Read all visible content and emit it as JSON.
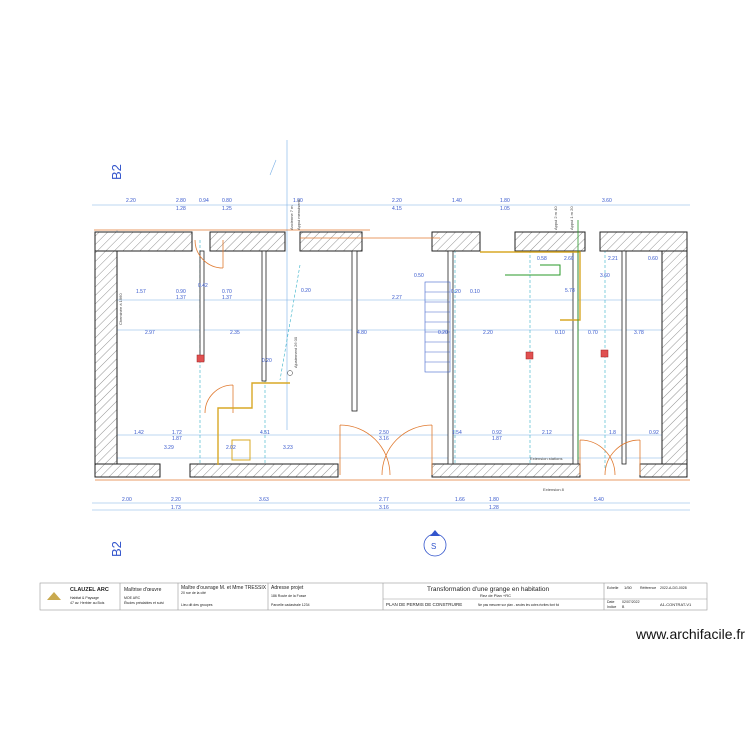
{
  "axis_labels": {
    "top": "B2",
    "bottom": "B2"
  },
  "north_marker": "S",
  "top_dims_row1": [
    "2.20",
    "2.80",
    "0.94",
    "0.80",
    "1.00",
    "2.20",
    "1.40",
    "1.80",
    "3.60"
  ],
  "top_dims_row2": [
    "1.28",
    "1.25",
    "4.15",
    "1.05"
  ],
  "bottom_dims_row1": [
    "2.00",
    "2.20",
    "3.63",
    "2.77",
    "1.66",
    "1.80",
    "5.40"
  ],
  "bottom_dims_row2": [
    "1.73",
    "3.16",
    "1.28"
  ],
  "room_dims": [
    "1.57",
    "0.90",
    "1.37",
    "0.42",
    "0.70",
    "1.37",
    "2.27",
    "0.20",
    "0.10",
    "2.97",
    "2.35",
    "4.80",
    "0.20",
    "2.20",
    "0.10",
    "0.70",
    "3.78",
    "1.42",
    "1.72",
    "1.87",
    "4.51",
    "2.50",
    "3.16",
    "1.54",
    "0.92",
    "1.87",
    "2.12",
    "1.8",
    "0.92",
    "0.20",
    "0.50",
    "2.60",
    "0.60",
    "2.21",
    "0.58",
    "3.60",
    "5.78",
    "3.29",
    "2.02",
    "3.23",
    "0.20"
  ],
  "vertical_notes": [
    "Cheminée à 1960",
    "Ancienne 7 m",
    "Appui menuiserie",
    "Appui 2 m 40",
    "Appui 1 m 20",
    "Ajustement 26 00"
  ],
  "notes": [
    "Extension stations",
    "Extension 8"
  ],
  "title_block": {
    "company": "CLAUZEL ARC",
    "company_sub": [
      "Habitat & Paysage",
      "47 av. Herbier au Bois"
    ],
    "moe_title": "Maîtrise d'œuvre",
    "moe_sub": [
      "MOE ARC",
      "Études préalables et suivi"
    ],
    "client_title": "Maître d'ouvrage M. et Mme TRESSIX",
    "client_sub": [
      "20 rue de la cité",
      "Lieu dit des groupes"
    ],
    "address_title": "Adresse projet",
    "address_sub": [
      "186 Route de la Fosse",
      "Parcelle cadastrale 1234"
    ],
    "project_title": "Transformation d'une grange en habitation",
    "level": "Rez de Plan +RC",
    "plan_type": "PLAN DE PERMIS DE CONSTRUIRE",
    "plan_note": "Ne pas mesurer sur plan - seules les cotes écrites font foi",
    "scale_label": "Echelle",
    "scale": "1/50",
    "ref_label": "Référence",
    "ref": "2022-A-DG-0028",
    "date_label": "Date",
    "date": "02/07/2022",
    "index_label": "Indice",
    "index": "B",
    "sheet": "A1-CONTRAT-V1"
  },
  "watermark": "www.archifacile.fr"
}
